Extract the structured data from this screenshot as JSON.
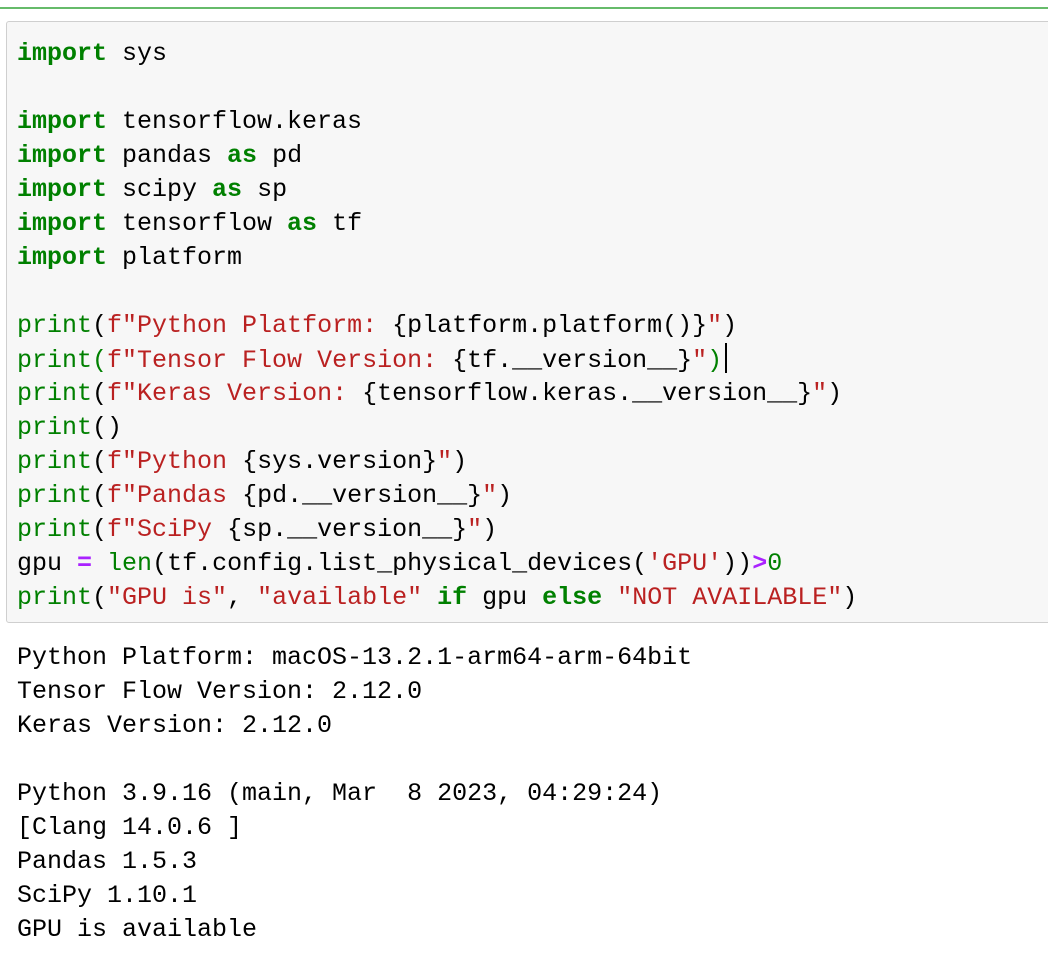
{
  "code_cell": {
    "lines": [
      {
        "tokens": [
          {
            "t": "import",
            "c": "kw"
          },
          {
            "t": " sys",
            "c": ""
          }
        ]
      },
      {
        "tokens": []
      },
      {
        "tokens": [
          {
            "t": "import",
            "c": "kw"
          },
          {
            "t": " tensorflow.keras",
            "c": ""
          }
        ]
      },
      {
        "tokens": [
          {
            "t": "import",
            "c": "kw"
          },
          {
            "t": " pandas ",
            "c": ""
          },
          {
            "t": "as",
            "c": "kw"
          },
          {
            "t": " pd",
            "c": ""
          }
        ]
      },
      {
        "tokens": [
          {
            "t": "import",
            "c": "kw"
          },
          {
            "t": " scipy ",
            "c": ""
          },
          {
            "t": "as",
            "c": "kw"
          },
          {
            "t": " sp",
            "c": ""
          }
        ]
      },
      {
        "tokens": [
          {
            "t": "import",
            "c": "kw"
          },
          {
            "t": " tensorflow ",
            "c": ""
          },
          {
            "t": "as",
            "c": "kw"
          },
          {
            "t": " tf",
            "c": ""
          }
        ]
      },
      {
        "tokens": [
          {
            "t": "import",
            "c": "kw"
          },
          {
            "t": " platform",
            "c": ""
          }
        ]
      },
      {
        "tokens": []
      },
      {
        "tokens": [
          {
            "t": "print",
            "c": "bi"
          },
          {
            "t": "(",
            "c": ""
          },
          {
            "t": "f\"Python Platform: ",
            "c": "str"
          },
          {
            "t": "{platform.platform()}",
            "c": ""
          },
          {
            "t": "\"",
            "c": "str"
          },
          {
            "t": ")",
            "c": ""
          }
        ]
      },
      {
        "tokens": [
          {
            "t": "print",
            "c": "bi"
          },
          {
            "t": "(",
            "c": "match"
          },
          {
            "t": "f\"Tensor Flow Version: ",
            "c": "str"
          },
          {
            "t": "{tf.__version__}",
            "c": ""
          },
          {
            "t": "\"",
            "c": "str"
          },
          {
            "t": ")",
            "c": "match"
          }
        ],
        "cursor": true
      },
      {
        "tokens": [
          {
            "t": "print",
            "c": "bi"
          },
          {
            "t": "(",
            "c": ""
          },
          {
            "t": "f\"Keras Version: ",
            "c": "str"
          },
          {
            "t": "{tensorflow.keras.__version__}",
            "c": ""
          },
          {
            "t": "\"",
            "c": "str"
          },
          {
            "t": ")",
            "c": ""
          }
        ]
      },
      {
        "tokens": [
          {
            "t": "print",
            "c": "bi"
          },
          {
            "t": "()",
            "c": ""
          }
        ]
      },
      {
        "tokens": [
          {
            "t": "print",
            "c": "bi"
          },
          {
            "t": "(",
            "c": ""
          },
          {
            "t": "f\"Python ",
            "c": "str"
          },
          {
            "t": "{sys.version}",
            "c": ""
          },
          {
            "t": "\"",
            "c": "str"
          },
          {
            "t": ")",
            "c": ""
          }
        ]
      },
      {
        "tokens": [
          {
            "t": "print",
            "c": "bi"
          },
          {
            "t": "(",
            "c": ""
          },
          {
            "t": "f\"Pandas ",
            "c": "str"
          },
          {
            "t": "{pd.__version__}",
            "c": ""
          },
          {
            "t": "\"",
            "c": "str"
          },
          {
            "t": ")",
            "c": ""
          }
        ]
      },
      {
        "tokens": [
          {
            "t": "print",
            "c": "bi"
          },
          {
            "t": "(",
            "c": ""
          },
          {
            "t": "f\"SciPy ",
            "c": "str"
          },
          {
            "t": "{sp.__version__}",
            "c": ""
          },
          {
            "t": "\"",
            "c": "str"
          },
          {
            "t": ")",
            "c": ""
          }
        ]
      },
      {
        "tokens": [
          {
            "t": "gpu ",
            "c": ""
          },
          {
            "t": "=",
            "c": "op"
          },
          {
            "t": " ",
            "c": ""
          },
          {
            "t": "len",
            "c": "bi"
          },
          {
            "t": "(tf.config.list_physical_devices(",
            "c": ""
          },
          {
            "t": "'GPU'",
            "c": "str"
          },
          {
            "t": "))",
            "c": ""
          },
          {
            "t": ">",
            "c": "op"
          },
          {
            "t": "0",
            "c": "num"
          }
        ]
      },
      {
        "tokens": [
          {
            "t": "print",
            "c": "bi"
          },
          {
            "t": "(",
            "c": ""
          },
          {
            "t": "\"GPU is\"",
            "c": "str"
          },
          {
            "t": ", ",
            "c": ""
          },
          {
            "t": "\"available\"",
            "c": "str"
          },
          {
            "t": " ",
            "c": ""
          },
          {
            "t": "if",
            "c": "kw"
          },
          {
            "t": " gpu ",
            "c": ""
          },
          {
            "t": "else",
            "c": "kw"
          },
          {
            "t": " ",
            "c": ""
          },
          {
            "t": "\"NOT AVAILABLE\"",
            "c": "str"
          },
          {
            "t": ")",
            "c": ""
          }
        ]
      }
    ]
  },
  "output": {
    "lines": [
      "Python Platform: macOS-13.2.1-arm64-arm-64bit",
      "Tensor Flow Version: 2.12.0",
      "Keras Version: 2.12.0",
      "",
      "Python 3.9.16 (main, Mar  8 2023, 04:29:24) ",
      "[Clang 14.0.6 ]",
      "Pandas 1.5.3",
      "SciPy 1.10.1",
      "GPU is available"
    ]
  },
  "colors": {
    "keyword": "#008000",
    "string": "#ba2121",
    "operator": "#aa22ff",
    "cell_background": "#f7f7f7",
    "cell_border": "#cfcfcf",
    "selected_cell_border": "#66bb6a"
  }
}
